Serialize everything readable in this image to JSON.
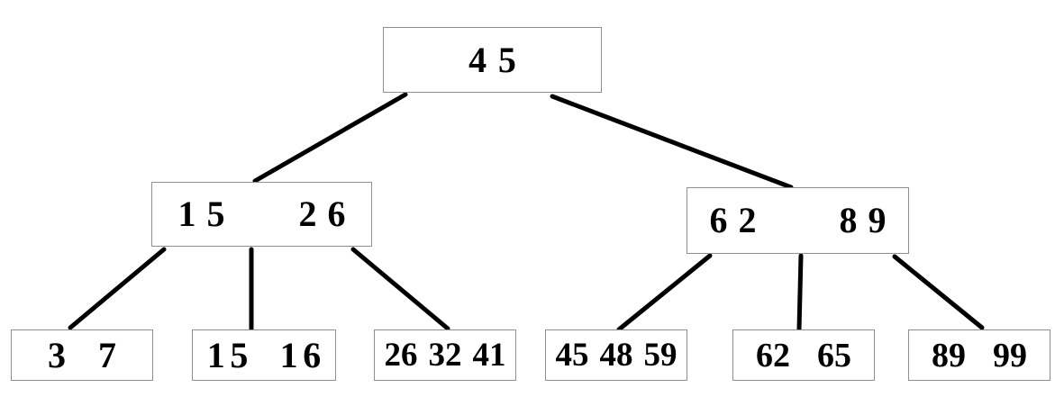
{
  "diagram": {
    "kind": "b-tree",
    "background_color": "#ffffff",
    "node_border_color": "#909090",
    "edge_color": "#000000",
    "text_color": "#000000"
  },
  "nodes": {
    "root": {
      "keys": [
        "45"
      ]
    },
    "internal_left": {
      "keys": [
        "15",
        "26"
      ]
    },
    "internal_right": {
      "keys": [
        "62",
        "89"
      ]
    },
    "leaf_1": {
      "keys": [
        "3",
        "7"
      ]
    },
    "leaf_2": {
      "keys": [
        "15",
        "16"
      ]
    },
    "leaf_3": {
      "keys": [
        "26",
        "32",
        "41"
      ]
    },
    "leaf_4": {
      "keys": [
        "45",
        "48",
        "59"
      ]
    },
    "leaf_5": {
      "keys": [
        "62",
        "65"
      ]
    },
    "leaf_6": {
      "keys": [
        "89",
        "99"
      ]
    }
  },
  "edges": [
    {
      "from": "root",
      "to": "internal_left"
    },
    {
      "from": "root",
      "to": "internal_right"
    },
    {
      "from": "internal_left",
      "to": "leaf_1"
    },
    {
      "from": "internal_left",
      "to": "leaf_2"
    },
    {
      "from": "internal_left",
      "to": "leaf_3"
    },
    {
      "from": "internal_right",
      "to": "leaf_4"
    },
    {
      "from": "internal_right",
      "to": "leaf_5"
    },
    {
      "from": "internal_right",
      "to": "leaf_6"
    }
  ]
}
